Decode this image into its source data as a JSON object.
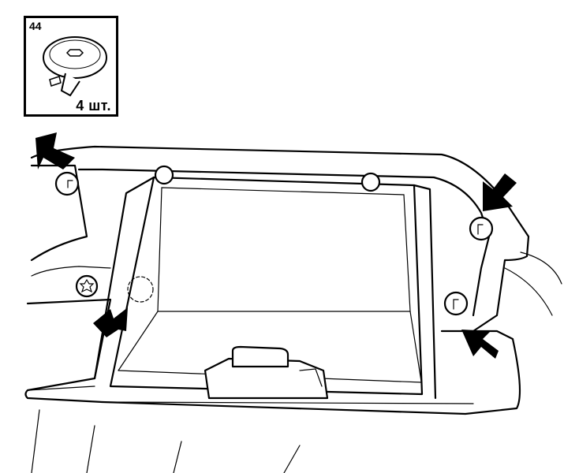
{
  "callout": {
    "number": "44",
    "quantity": "4 шт."
  },
  "figure": {
    "subject": "glovebox",
    "fasteners": 4,
    "icons": [
      "clip-icon",
      "arrow-icon",
      "torx-screw-icon",
      "fastener-hole-icon"
    ]
  }
}
